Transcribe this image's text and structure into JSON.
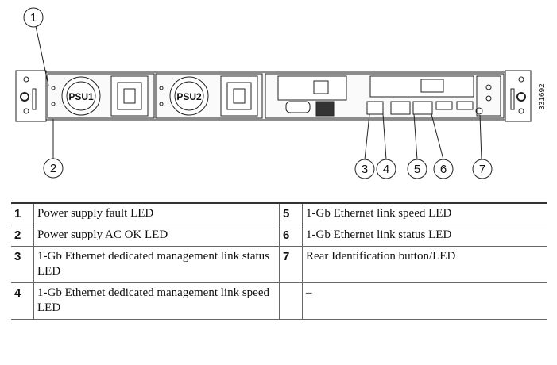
{
  "figure_id": "331692",
  "diagram": {
    "psu_labels": [
      "PSU1",
      "PSU2"
    ],
    "callouts": [
      "1",
      "2",
      "3",
      "4",
      "5",
      "6",
      "7"
    ]
  },
  "table": {
    "rows": [
      {
        "n1": "1",
        "d1": "Power supply fault LED",
        "n2": "5",
        "d2": "1-Gb Ethernet link speed LED"
      },
      {
        "n1": "2",
        "d1": "Power supply AC OK LED",
        "n2": "6",
        "d2": "1-Gb Ethernet link status LED"
      },
      {
        "n1": "3",
        "d1": "1-Gb Ethernet dedicated management link status LED",
        "n2": "7",
        "d2": "Rear Identification button/LED"
      },
      {
        "n1": "4",
        "d1": "1-Gb Ethernet dedicated management link speed LED",
        "n2": "",
        "d2": "–"
      }
    ]
  }
}
